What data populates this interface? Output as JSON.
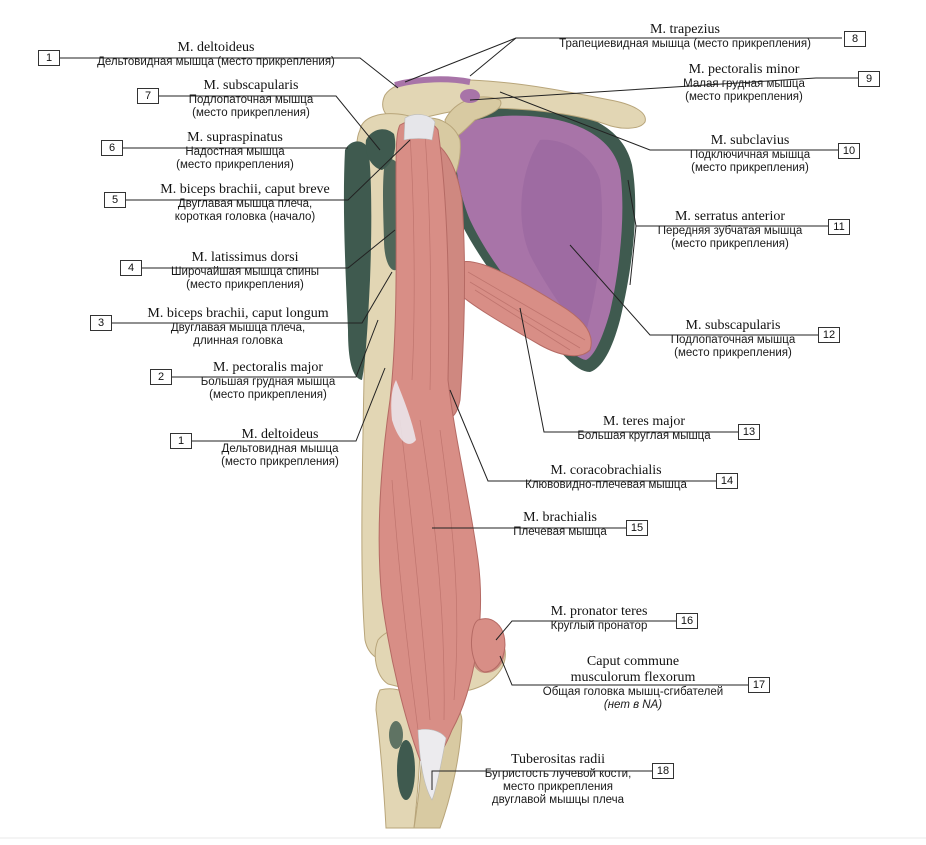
{
  "labels": [
    {
      "id": "l1a",
      "num": "1",
      "latin": "M. deltoideus",
      "ru": [
        "Дельтовидная мышца (место прикрепления)"
      ]
    },
    {
      "id": "l7",
      "num": "7",
      "latin": "M. subscapularis",
      "ru": [
        "Подлопаточная мышца",
        "(место прикрепления)"
      ]
    },
    {
      "id": "l6",
      "num": "6",
      "latin": "M. supraspinatus",
      "ru": [
        "Надостная мышца",
        "(место прикрепления)"
      ]
    },
    {
      "id": "l5",
      "num": "5",
      "latin": "M. biceps brachii, caput breve",
      "ru": [
        "Двуглавая мышца плеча,",
        "короткая головка (начало)"
      ]
    },
    {
      "id": "l4",
      "num": "4",
      "latin": "M. latissimus dorsi",
      "ru": [
        "Широчайшая мышца спины",
        "(место прикрепления)"
      ]
    },
    {
      "id": "l3",
      "num": "3",
      "latin": "M. biceps brachii, caput longum",
      "ru": [
        "Двуглавая мышца плеча,",
        "длинная головка"
      ]
    },
    {
      "id": "l2",
      "num": "2",
      "latin": "M. pectoralis major",
      "ru": [
        "Большая грудная мышца",
        "(место прикрепления)"
      ]
    },
    {
      "id": "l1b",
      "num": "1",
      "latin": "M. deltoideus",
      "ru": [
        "Дельтовидная мышца",
        "(место прикрепления)"
      ]
    },
    {
      "id": "l8",
      "num": "8",
      "latin": "M. trapezius",
      "ru": [
        "Трапециевидная мышца (место прикрепления)"
      ]
    },
    {
      "id": "l9",
      "num": "9",
      "latin": "M. pectoralis minor",
      "ru": [
        "Малая грудная мышца",
        "(место прикрепления)"
      ]
    },
    {
      "id": "l10",
      "num": "10",
      "latin": "M. subclavius",
      "ru": [
        "Подключичная мышца",
        "(место прикрепления)"
      ]
    },
    {
      "id": "l11",
      "num": "11",
      "latin": "M. serratus anterior",
      "ru": [
        "Передняя зубчатая мышца",
        "(место прикрепления)"
      ]
    },
    {
      "id": "l12",
      "num": "12",
      "latin": "M. subscapularis",
      "ru": [
        "Подлопаточная мышца",
        "(место прикрепления)"
      ]
    },
    {
      "id": "l13",
      "num": "13",
      "latin": "M. teres major",
      "ru": [
        "Большая круглая мышца"
      ]
    },
    {
      "id": "l14",
      "num": "14",
      "latin": "M. coracobrachialis",
      "ru": [
        "Клювовидно-плечевая мышца"
      ]
    },
    {
      "id": "l15",
      "num": "15",
      "latin": "M. brachialis",
      "ru": [
        "Плечевая мышца"
      ]
    },
    {
      "id": "l16",
      "num": "16",
      "latin": "M. pronator teres",
      "ru": [
        "Круглый пронатор"
      ]
    },
    {
      "id": "l17",
      "num": "17",
      "latin": "Caput commune\nmusculorum flexorum",
      "ru": [
        "Общая головка мышц-сгибателей",
        "(нет в NA)"
      ]
    },
    {
      "id": "l18",
      "num": "18",
      "latin": "Tuberositas radii",
      "ru": [
        "Бугристость лучевой кости,",
        "место прикрепления",
        "двуглавой мышцы плеча"
      ]
    }
  ],
  "colors": {
    "bone": "#e2d6b4",
    "bone_shadow": "#b8a57a",
    "muscle": "#d88e86",
    "muscle_dark": "#b56a64",
    "insertion_purple": "#a874a8",
    "origin_green": "#3f5a4f",
    "line": "#222222"
  }
}
